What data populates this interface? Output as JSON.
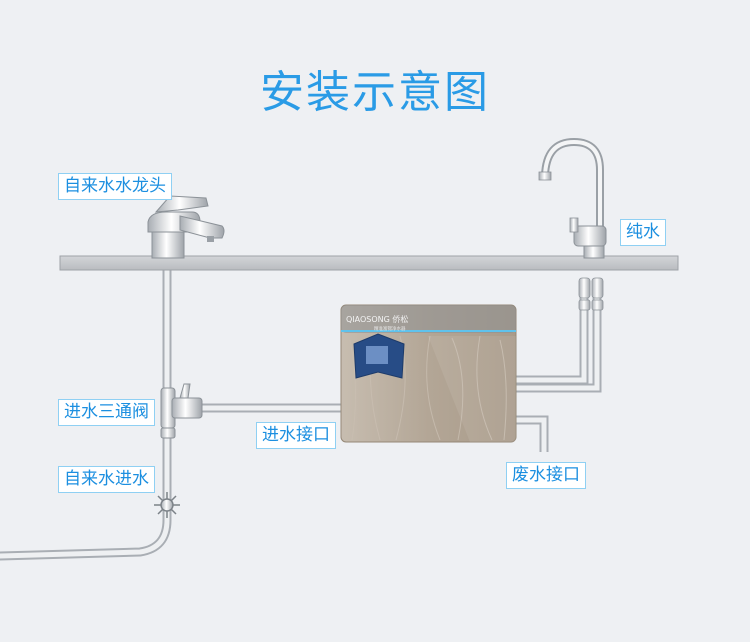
{
  "title": "安装示意图",
  "labels": {
    "faucet": "自来水水龙头",
    "pure_water": "纯水",
    "tee_valve": "进水三通阀",
    "tap_inlet": "自来水进水",
    "inlet_port": "进水接口",
    "waste_port": "废水接口"
  },
  "device": {
    "brand": "QIAOSONG 侨松",
    "tagline": "精准富锶净水器"
  },
  "colors": {
    "accent": "#2a9be6",
    "label_border": "#8fd0f3",
    "countertop": "#c6c8cb",
    "device_body": "#b5a898"
  }
}
